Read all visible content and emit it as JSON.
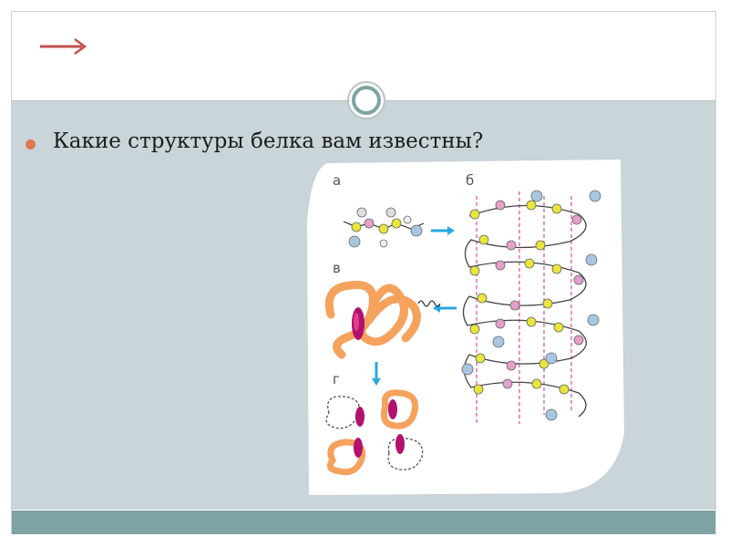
{
  "slide": {
    "question": "Какие структуры белка вам известны?"
  },
  "figure": {
    "panels": [
      {
        "label": "а"
      },
      {
        "label": "б"
      },
      {
        "label": "в"
      },
      {
        "label": "г"
      }
    ]
  },
  "colors": {
    "accent": "#df7a4e",
    "arrow": "#c0504d",
    "band": "#7fa3a3",
    "content_bg": "#c9d5d8",
    "protein_orange": "#f5a25d",
    "heme_magenta": "#b0126e",
    "atom_yellow": "#e8e63a",
    "atom_pink": "#e4a0c8",
    "atom_blue": "#a8c6e0",
    "blue_arrow": "#29a8e0"
  },
  "icons": {
    "header_arrow": "right-arrow-icon",
    "divider_ring": "ring-icon"
  }
}
